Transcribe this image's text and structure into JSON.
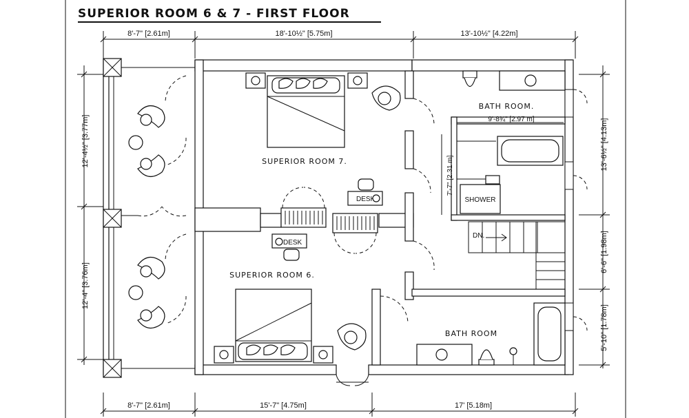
{
  "title": "SUPERIOR ROOM 6 & 7 - FIRST FLOOR",
  "rooms": {
    "room7": "SUPERIOR ROOM 7.",
    "room6": "SUPERIOR ROOM 6.",
    "bath_top": "BATH ROOM.",
    "bath_bottom": "BATH ROOM"
  },
  "labels": {
    "desk_top": "DESK",
    "desk_bottom": "DESK",
    "shower": "SHOWER",
    "stairs": "DN."
  },
  "dimensions": {
    "top_left": "8'-7\" [2.61m]",
    "top_mid": "18'-10½\" [5.75m]",
    "top_right": "13'-10½\" [4.22m]",
    "bottom_left": "8'-7\" [2.61m]",
    "bottom_mid": "15'-7\" [4.75m]",
    "bottom_right": "17' [5.18m]",
    "left_upper": "12'-4½\" [3.77m]",
    "left_lower": "12'-4\" [3.76m]",
    "right_upper": "13'-6½\" [4.13m]",
    "right_mid": "6'-6\" [1.98m]",
    "right_lower": "5'-10\" [1.78m]",
    "shower_width": "9'-8¾\" [2.97 m]",
    "shower_height": "7'-7\" [2.31 m]"
  }
}
